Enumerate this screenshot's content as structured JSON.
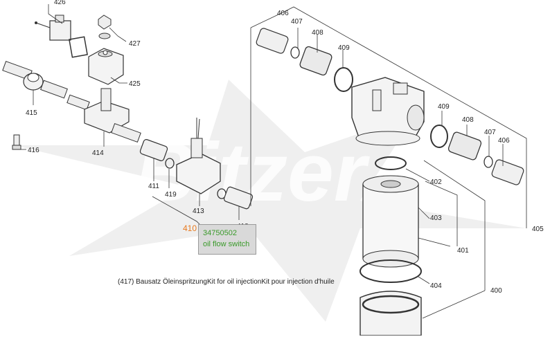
{
  "watermark": {
    "text": "Bitzer",
    "color": "#e6e6e6"
  },
  "labels": {
    "p426": "426",
    "p427": "427",
    "p425": "425",
    "p415": "415",
    "p414": "414",
    "p416": "416",
    "p411": "411",
    "p419": "419",
    "p413": "413",
    "p410": "410",
    "p418": "418",
    "p406a": "406",
    "p407a": "407",
    "p408a": "408",
    "p409a": "409",
    "p409b": "409",
    "p408b": "408",
    "p407b": "407",
    "p406b": "406",
    "p402": "402",
    "p403": "403",
    "p401": "401",
    "p404": "404",
    "p400": "400",
    "p405": "405"
  },
  "tooltip": {
    "part_number": "34750502",
    "name": "oil flow switch",
    "text_color": "#3a9a2a"
  },
  "caption": "(417) Bausatz ÖleinspritzungKit for oil injectionKit pour injection d'huile",
  "colors": {
    "highlight": "#e87a1f",
    "line": "#333333"
  }
}
